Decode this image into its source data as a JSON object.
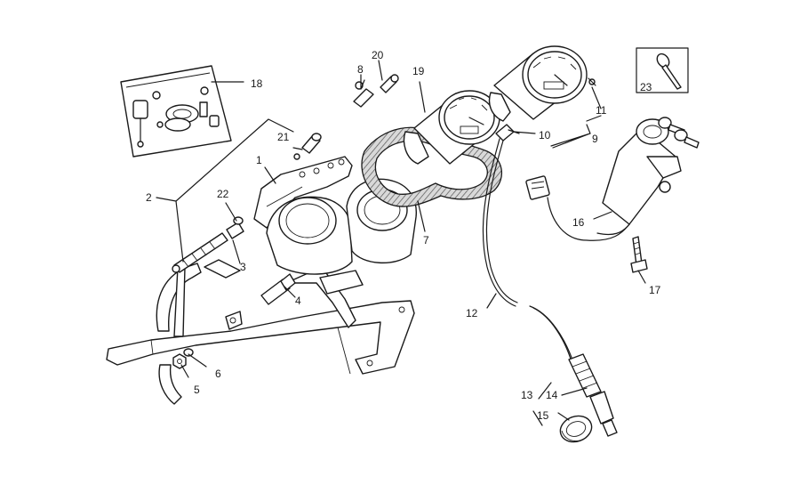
{
  "callouts": [
    {
      "id": "c1",
      "text": "1"
    },
    {
      "id": "c2",
      "text": "2"
    },
    {
      "id": "c3",
      "text": "3"
    },
    {
      "id": "c4",
      "text": "4"
    },
    {
      "id": "c5",
      "text": "5"
    },
    {
      "id": "c6",
      "text": "6"
    },
    {
      "id": "c7",
      "text": "7"
    },
    {
      "id": "c8",
      "text": "8"
    },
    {
      "id": "c9",
      "text": "9"
    },
    {
      "id": "c10",
      "text": "10"
    },
    {
      "id": "c11",
      "text": "11"
    },
    {
      "id": "c12",
      "text": "12"
    },
    {
      "id": "c13",
      "text": "13"
    },
    {
      "id": "c14",
      "text": "14"
    },
    {
      "id": "c15",
      "text": "15"
    },
    {
      "id": "c16",
      "text": "16"
    },
    {
      "id": "c17",
      "text": "17"
    },
    {
      "id": "c18",
      "text": "18"
    },
    {
      "id": "c19",
      "text": "19"
    },
    {
      "id": "c20",
      "text": "20"
    },
    {
      "id": "c21",
      "text": "21"
    },
    {
      "id": "c22",
      "text": "22"
    },
    {
      "id": "c23",
      "text": "23"
    }
  ]
}
